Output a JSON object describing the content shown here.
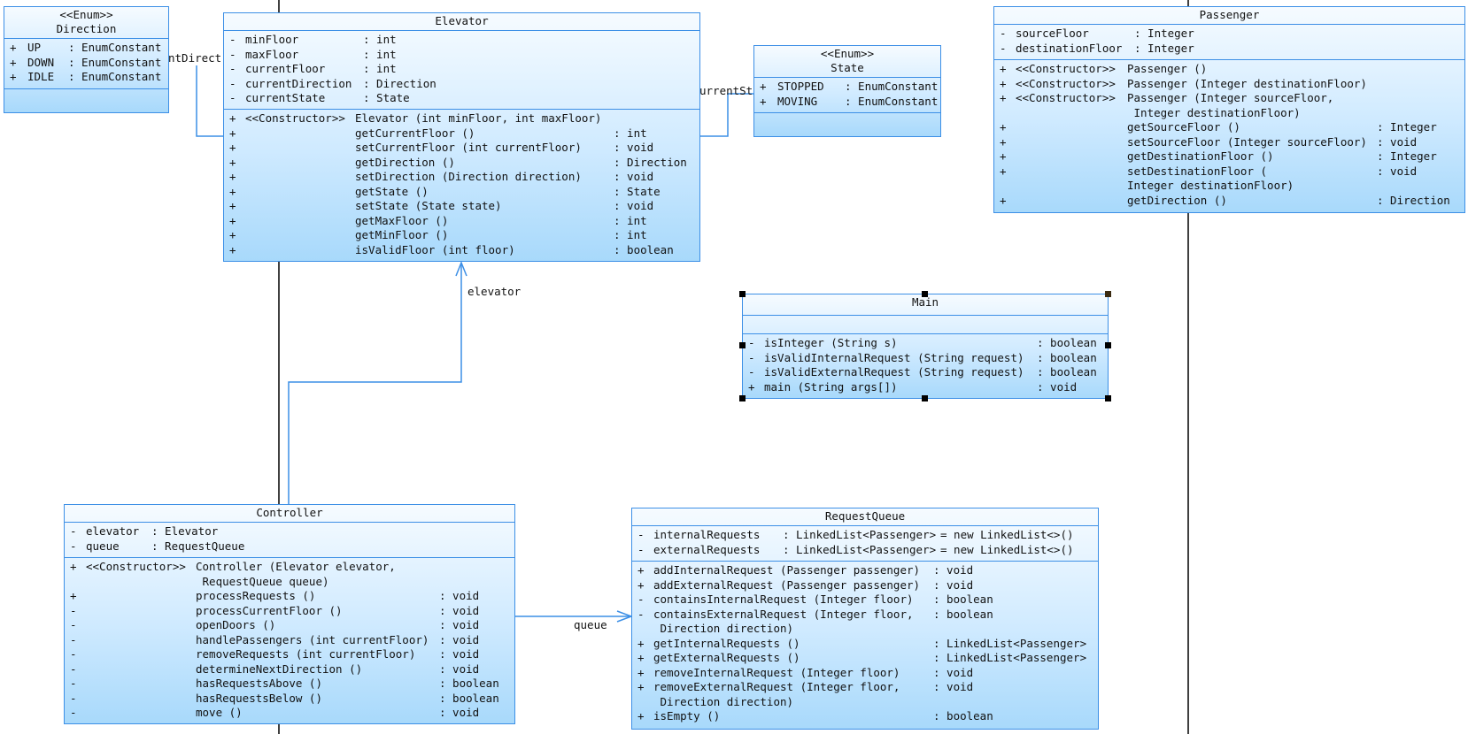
{
  "classes": {
    "direction": {
      "stereotype": "<<Enum>>",
      "name": "Direction",
      "attributes": [
        {
          "vis": "+",
          "name": "UP",
          "type": ": EnumConstant"
        },
        {
          "vis": "+",
          "name": "DOWN",
          "type": ": EnumConstant"
        },
        {
          "vis": "+",
          "name": "IDLE",
          "type": ": EnumConstant"
        }
      ]
    },
    "elevator": {
      "name": "Elevator",
      "attributes": [
        {
          "vis": "-",
          "name": "minFloor",
          "type": ": int"
        },
        {
          "vis": "-",
          "name": "maxFloor",
          "type": ": int"
        },
        {
          "vis": "-",
          "name": "currentFloor",
          "type": ": int"
        },
        {
          "vis": "-",
          "name": "currentDirection",
          "type": ": Direction"
        },
        {
          "vis": "-",
          "name": "currentState",
          "type": ": State"
        }
      ],
      "operations": [
        {
          "vis": "+",
          "stereo": "<<Constructor>>",
          "name": "Elevator (int minFloor, int maxFloor)",
          "type": ""
        },
        {
          "vis": "+",
          "stereo": "",
          "name": "getCurrentFloor ()",
          "type": ": int"
        },
        {
          "vis": "+",
          "stereo": "",
          "name": "setCurrentFloor (int currentFloor)",
          "type": ": void"
        },
        {
          "vis": "+",
          "stereo": "",
          "name": "getDirection ()",
          "type": ": Direction"
        },
        {
          "vis": "+",
          "stereo": "",
          "name": "setDirection (Direction direction)",
          "type": ": void"
        },
        {
          "vis": "+",
          "stereo": "",
          "name": "getState ()",
          "type": ": State"
        },
        {
          "vis": "+",
          "stereo": "",
          "name": "setState (State state)",
          "type": ": void"
        },
        {
          "vis": "+",
          "stereo": "",
          "name": "getMaxFloor ()",
          "type": ": int"
        },
        {
          "vis": "+",
          "stereo": "",
          "name": "getMinFloor ()",
          "type": ": int"
        },
        {
          "vis": "+",
          "stereo": "",
          "name": "isValidFloor (int floor)",
          "type": ": boolean"
        }
      ]
    },
    "state": {
      "stereotype": "<<Enum>>",
      "name": "State",
      "attributes": [
        {
          "vis": "+",
          "name": "STOPPED",
          "type": ": EnumConstant"
        },
        {
          "vis": "+",
          "name": "MOVING",
          "type": ": EnumConstant"
        }
      ]
    },
    "passenger": {
      "name": "Passenger",
      "attributes": [
        {
          "vis": "-",
          "name": "sourceFloor",
          "type": ": Integer"
        },
        {
          "vis": "-",
          "name": "destinationFloor",
          "type": ": Integer"
        }
      ],
      "operations": [
        {
          "vis": "+",
          "stereo": "<<Constructor>>",
          "name": "Passenger ()",
          "type": ""
        },
        {
          "vis": "+",
          "stereo": "<<Constructor>>",
          "name": "Passenger (Integer destinationFloor)",
          "type": ""
        },
        {
          "vis": "+",
          "stereo": "<<Constructor>>",
          "name": "Passenger (Integer sourceFloor,",
          "type": ""
        },
        {
          "vis": "",
          "stereo": "",
          "name": " Integer destinationFloor)",
          "type": ""
        },
        {
          "vis": "+",
          "stereo": "",
          "name": "getSourceFloor ()",
          "type": ": Integer"
        },
        {
          "vis": "+",
          "stereo": "",
          "name": "setSourceFloor (Integer sourceFloor)",
          "type": ": void"
        },
        {
          "vis": "+",
          "stereo": "",
          "name": "getDestinationFloor ()",
          "type": ": Integer"
        },
        {
          "vis": "+",
          "stereo": "",
          "name": "setDestinationFloor (",
          "type": ": void"
        },
        {
          "vis": "",
          "stereo": "",
          "name": "Integer destinationFloor)",
          "type": ""
        },
        {
          "vis": "+",
          "stereo": "",
          "name": "getDirection ()",
          "type": ": Direction"
        }
      ]
    },
    "main": {
      "name": "Main",
      "operations": [
        {
          "vis": "-",
          "name": "isInteger (String s)",
          "type": ": boolean"
        },
        {
          "vis": "-",
          "name": "isValidInternalRequest (String request)",
          "type": ": boolean"
        },
        {
          "vis": "-",
          "name": "isValidExternalRequest (String request)",
          "type": ": boolean"
        },
        {
          "vis": "+",
          "name": "main (String args[])",
          "type": ": void"
        }
      ]
    },
    "controller": {
      "name": "Controller",
      "attributes": [
        {
          "vis": "-",
          "name": "elevator",
          "type": ": Elevator"
        },
        {
          "vis": "-",
          "name": "queue",
          "type": ": RequestQueue"
        }
      ],
      "operations": [
        {
          "vis": "+",
          "stereo": "<<Constructor>>",
          "name": "Controller (Elevator elevator,",
          "type": ""
        },
        {
          "vis": "",
          "stereo": "",
          "name": " RequestQueue queue)",
          "type": ""
        },
        {
          "vis": "+",
          "stereo": "",
          "name": "processRequests ()",
          "type": ": void"
        },
        {
          "vis": "-",
          "stereo": "",
          "name": "processCurrentFloor ()",
          "type": ": void"
        },
        {
          "vis": "-",
          "stereo": "",
          "name": "openDoors ()",
          "type": ": void"
        },
        {
          "vis": "-",
          "stereo": "",
          "name": "handlePassengers (int currentFloor)",
          "type": ": void"
        },
        {
          "vis": "-",
          "stereo": "",
          "name": "removeRequests (int currentFloor)",
          "type": ": void"
        },
        {
          "vis": "-",
          "stereo": "",
          "name": "determineNextDirection ()",
          "type": ": void"
        },
        {
          "vis": "-",
          "stereo": "",
          "name": "hasRequestsAbove ()",
          "type": ": boolean"
        },
        {
          "vis": "-",
          "stereo": "",
          "name": "hasRequestsBelow ()",
          "type": ": boolean"
        },
        {
          "vis": "-",
          "stereo": "",
          "name": "move ()",
          "type": ": void"
        }
      ]
    },
    "requestqueue": {
      "name": "RequestQueue",
      "attributes": [
        {
          "vis": "-",
          "name": "internalRequests",
          "type": ": LinkedList<Passenger>",
          "init": "= new LinkedList<>()"
        },
        {
          "vis": "-",
          "name": "externalRequests",
          "type": ": LinkedList<Passenger>",
          "init": "= new LinkedList<>()"
        }
      ],
      "operations": [
        {
          "vis": "+",
          "name": "addInternalRequest (Passenger passenger)",
          "type": ": void"
        },
        {
          "vis": "+",
          "name": "addExternalRequest (Passenger passenger)",
          "type": ": void"
        },
        {
          "vis": "-",
          "name": "containsInternalRequest (Integer floor)",
          "type": ": boolean"
        },
        {
          "vis": "-",
          "name": "containsExternalRequest (Integer floor,",
          "type": ": boolean"
        },
        {
          "vis": "",
          "name": " Direction direction)",
          "type": ""
        },
        {
          "vis": "+",
          "name": "getInternalRequests ()",
          "type": ": LinkedList<Passenger>"
        },
        {
          "vis": "+",
          "name": "getExternalRequests ()",
          "type": ": LinkedList<Passenger>"
        },
        {
          "vis": "+",
          "name": "removeInternalRequest (Integer floor)",
          "type": ": void"
        },
        {
          "vis": "+",
          "name": "removeExternalRequest (Integer floor,",
          "type": ": void"
        },
        {
          "vis": "",
          "name": " Direction direction)",
          "type": ""
        },
        {
          "vis": "+",
          "name": "isEmpty ()",
          "type": ": boolean"
        }
      ]
    }
  },
  "associations": {
    "current_direction_label": "ntDirect",
    "current_state_label": "urrentSt",
    "elevator_label": "elevator",
    "queue_label": "queue"
  },
  "colors": {
    "border": "#3c8fe6",
    "fill_top": "#f6fbff",
    "fill_bottom": "#a8d9fb",
    "selection_handle": "#000000"
  }
}
